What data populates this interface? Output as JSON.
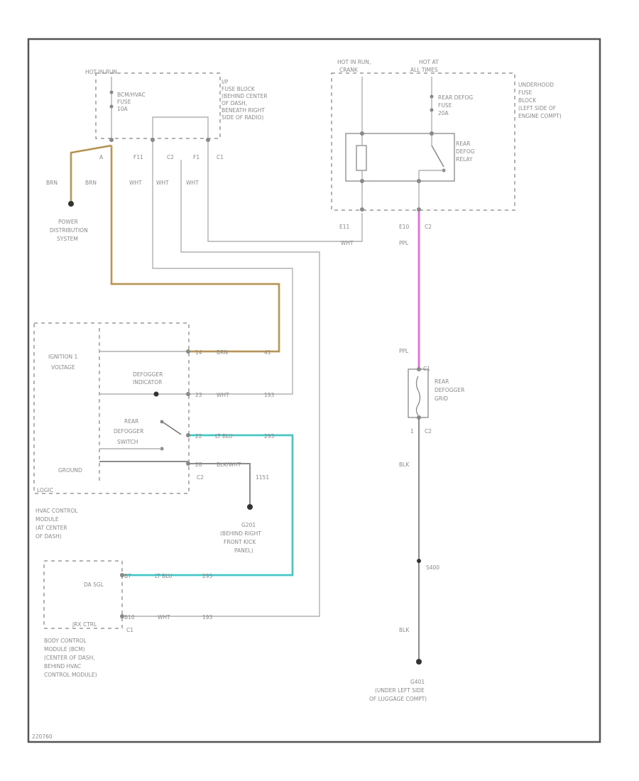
{
  "colors": {
    "brown_wire": "#d9b878",
    "purple_wire": "#ff80ff",
    "light_blue_wire": "#66dede",
    "white_wire": "#c8c8c8",
    "black_wire": "#888888"
  },
  "labels": {
    "hot_in_run_left": "HOT IN RUN",
    "hvac_fuse_1": "BCM/HVAC",
    "hvac_fuse_2": "FUSE",
    "hvac_fuse_3": "10A",
    "ip_block_1": "I/P",
    "ip_block_2": "FUSE BLOCK",
    "ip_block_3": "(BEHIND CENTER",
    "ip_block_4": "OF DASH,",
    "ip_block_5": "BENEATH RIGHT",
    "ip_block_6": "SIDE OF RADIO)",
    "hot_run_crank_1": "HOT IN RUN,",
    "hot_run_crank_2": "CRANK",
    "hot_all_times_1": "HOT AT",
    "hot_all_times_2": "ALL TIMES",
    "underhood_1": "UNDERHOOD",
    "underhood_2": "FUSE",
    "underhood_3": "BLOCK",
    "underhood_4": "(LEFT SIDE OF",
    "underhood_5": "ENGINE COMPT)",
    "defog_fuse_1": "REAR DEFOG",
    "defog_fuse_2": "FUSE",
    "defog_fuse_3": "20A",
    "relay_1": "REAR",
    "relay_2": "DEFOG",
    "relay_3": "RELAY",
    "pin_a": "A",
    "pin_f11": "F11",
    "pin_c2_top": "C2",
    "pin_f1": "F1",
    "pin_c1_top": "C1",
    "wire_brn_1": "BRN",
    "wire_brn_2": "BRN",
    "wire_wht_1": "WHT",
    "wire_wht_2": "WHT",
    "wire_wht_3": "WHT",
    "pds_1": "POWER",
    "pds_2": "DISTRIBUTION",
    "pds_3": "SYSTEM",
    "pin_e11": "E11",
    "wire_wht_4": "WHT",
    "pin_e10": "E10",
    "pin_c2_relay": "C2",
    "wire_ppl_1": "PPL",
    "ign_1": "IGNITION 1",
    "ign_2": "VOLTAGE",
    "pin_14": "14",
    "wire_brn_3": "BRN",
    "wire_num_41": "41",
    "def_ind_1": "DEFOGGER",
    "def_ind_2": "INDICATOR",
    "pin_23": "23",
    "wire_wht_5": "WHT",
    "wire_num_193": "193",
    "rear_sw_1": "REAR",
    "rear_sw_2": "DEFOGGER",
    "rear_sw_3": "SWITCH",
    "pin_22": "22",
    "wire_ltblu_1": "LT BLU",
    "wire_num_293": "293",
    "ground_label": "GROUND",
    "pin_28": "28",
    "wire_blkwht": "BLK/WHT",
    "pin_c2_hvac": "C2",
    "pin_1151": "1151",
    "ground_g201_1": "G201",
    "ground_g201_2": "(BEHIND RIGHT",
    "ground_g201_3": "FRONT KICK",
    "ground_g201_4": "PANEL)",
    "logic_label": "LOGIC",
    "hvac_1": "HVAC CONTROL",
    "hvac_2": "MODULE",
    "hvac_3": "(AT CENTER",
    "hvac_4": "OF DASH)",
    "wire_ppl_2": "PPL",
    "pin_c1_grid": "C1",
    "grid_1": "REAR",
    "grid_2": "DEFOGGER",
    "grid_3": "GRID",
    "pin_1_grid": "1",
    "pin_c2_grid": "C2",
    "wire_blk_1": "BLK",
    "splice_s400": "S400",
    "wire_blk_2": "BLK",
    "pin_b7": "B7",
    "wire_ltblu_2": "LT BLU",
    "wire_num_293b": "293",
    "bcm_sig": "DA SGL",
    "pin_b10": "B10",
    "wire_wht_6": "WHT",
    "wire_num_193b": "193",
    "bcm_ctrl": "JRX CTRL",
    "pin_c1_bcm": "C1",
    "bcm_1": "BODY CONTROL",
    "bcm_2": "MODULE (BCM)",
    "bcm_3": "(CENTER OF DASH,",
    "bcm_4": "BEHIND HVAC",
    "bcm_5": "CONTROL MODULE)",
    "g401_1": "G401",
    "g401_2": "(UNDER LEFT SIDE",
    "g401_3": "OF LUGGAGE COMPT)",
    "diagram_id": "220760"
  }
}
